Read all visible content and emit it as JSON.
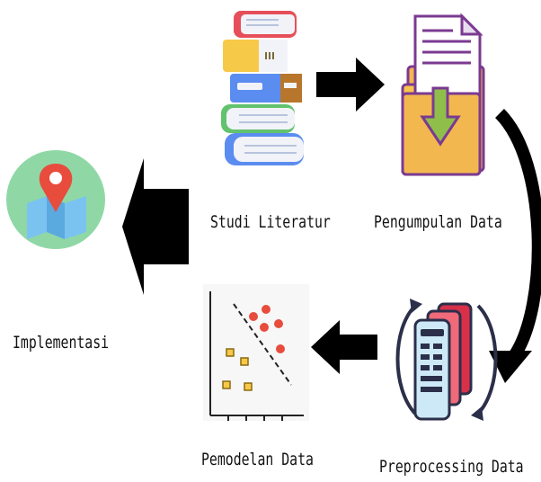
{
  "steps": {
    "studi": {
      "label": "Studi Literatur",
      "icon": "books-icon"
    },
    "pengumpulan": {
      "label": "Pengumpulan Data",
      "icon": "folder-download-icon"
    },
    "preprocessing": {
      "label": "Preprocessing Data",
      "icon": "phone-cards-cycle-icon"
    },
    "pemodelan": {
      "label": "Pemodelan Data",
      "icon": "scatter-plot-icon"
    },
    "implementasi": {
      "label": "Implementasi",
      "icon": "map-pin-icon"
    }
  },
  "colors": {
    "arrow": "#000000",
    "map_circle": "#8fd8a6",
    "pin": "#e84c3d",
    "folder": "#f2b84f",
    "purple": "#7b3a91",
    "book_red": "#e64f5a",
    "book_yellow": "#f7c948",
    "book_blue": "#5b8df0",
    "book_green": "#62c26e"
  }
}
